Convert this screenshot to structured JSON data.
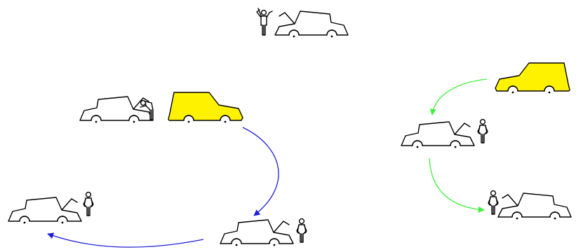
{
  "colors": {
    "background": "#ffffff",
    "ink": "#000000",
    "car_plain": "#ffffff",
    "car_highlight": "#fff200",
    "arrow_left_sequence": "#1f1fd6",
    "arrow_right_sequence": "#3cf03c"
  },
  "scenes": [
    {
      "id": "top-center",
      "car_fill": "car_plain",
      "hood": "open",
      "person": "waving",
      "person_side": "left"
    },
    {
      "id": "left-repair-car",
      "car_fill": "car_plain",
      "hood": "open",
      "person": "leaning",
      "person_side": "right"
    },
    {
      "id": "left-yellow-car",
      "car_fill": "car_highlight",
      "hood": "closed",
      "person": "none"
    },
    {
      "id": "left-bottom-car",
      "car_fill": "car_plain",
      "hood": "open",
      "person": "standing",
      "person_side": "right"
    },
    {
      "id": "middle-bottom-car",
      "car_fill": "car_plain",
      "hood": "open",
      "person": "standing",
      "person_side": "right"
    },
    {
      "id": "right-yellow-car",
      "car_fill": "car_highlight",
      "hood": "closed",
      "person": "none"
    },
    {
      "id": "right-middle-car",
      "car_fill": "car_plain",
      "hood": "open",
      "person": "standing",
      "person_side": "right"
    },
    {
      "id": "right-bottom-car",
      "car_fill": "car_plain",
      "hood": "open",
      "person": "standing",
      "person_side": "left"
    }
  ],
  "arrows": [
    {
      "id": "left-flow-1",
      "from": "left-yellow-car",
      "to": "middle-bottom-car",
      "color": "arrow_left_sequence"
    },
    {
      "id": "left-flow-2",
      "from": "middle-bottom-car",
      "to": "left-bottom-car",
      "color": "arrow_left_sequence"
    },
    {
      "id": "right-flow-1",
      "from": "right-yellow-car",
      "to": "right-middle-car",
      "color": "arrow_right_sequence"
    },
    {
      "id": "right-flow-2",
      "from": "right-middle-car",
      "to": "right-bottom-car",
      "color": "arrow_right_sequence"
    }
  ]
}
